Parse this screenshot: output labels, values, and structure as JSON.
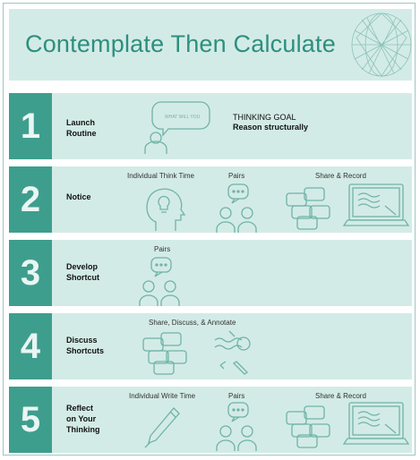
{
  "title": "Contemplate Then Calculate",
  "rows": [
    {
      "number": "1",
      "label": "Launch\nRoutine",
      "bubble_text": "WHAT WILL YOU",
      "goal_heading": "THINKING GOAL",
      "goal_text": "Reason structurally"
    },
    {
      "number": "2",
      "label": "Notice",
      "captions": [
        "Individual Think Time",
        "Pairs",
        "Share & Record"
      ]
    },
    {
      "number": "3",
      "label": "Develop\nShortcut",
      "captions": [
        "Pairs"
      ]
    },
    {
      "number": "4",
      "label": "Discuss\nShortcuts",
      "captions": [
        "Share, Discuss, & Annotate"
      ]
    },
    {
      "number": "5",
      "label": "Reflect\non Your\nThinking",
      "captions": [
        "Individual Write Time",
        "Pairs",
        "Share & Record"
      ]
    }
  ],
  "icons": [
    "globe-icon",
    "speech-person-icon",
    "thinking-head-icon",
    "pairs-chat-icon",
    "chat-bubbles-icon",
    "laptop-icon",
    "annotate-icon",
    "pencil-icon"
  ],
  "colors": {
    "banner": "#d3ebe6",
    "number_block": "#3e9e8d",
    "title": "#2d8f80",
    "line": "#6fb3a8"
  }
}
